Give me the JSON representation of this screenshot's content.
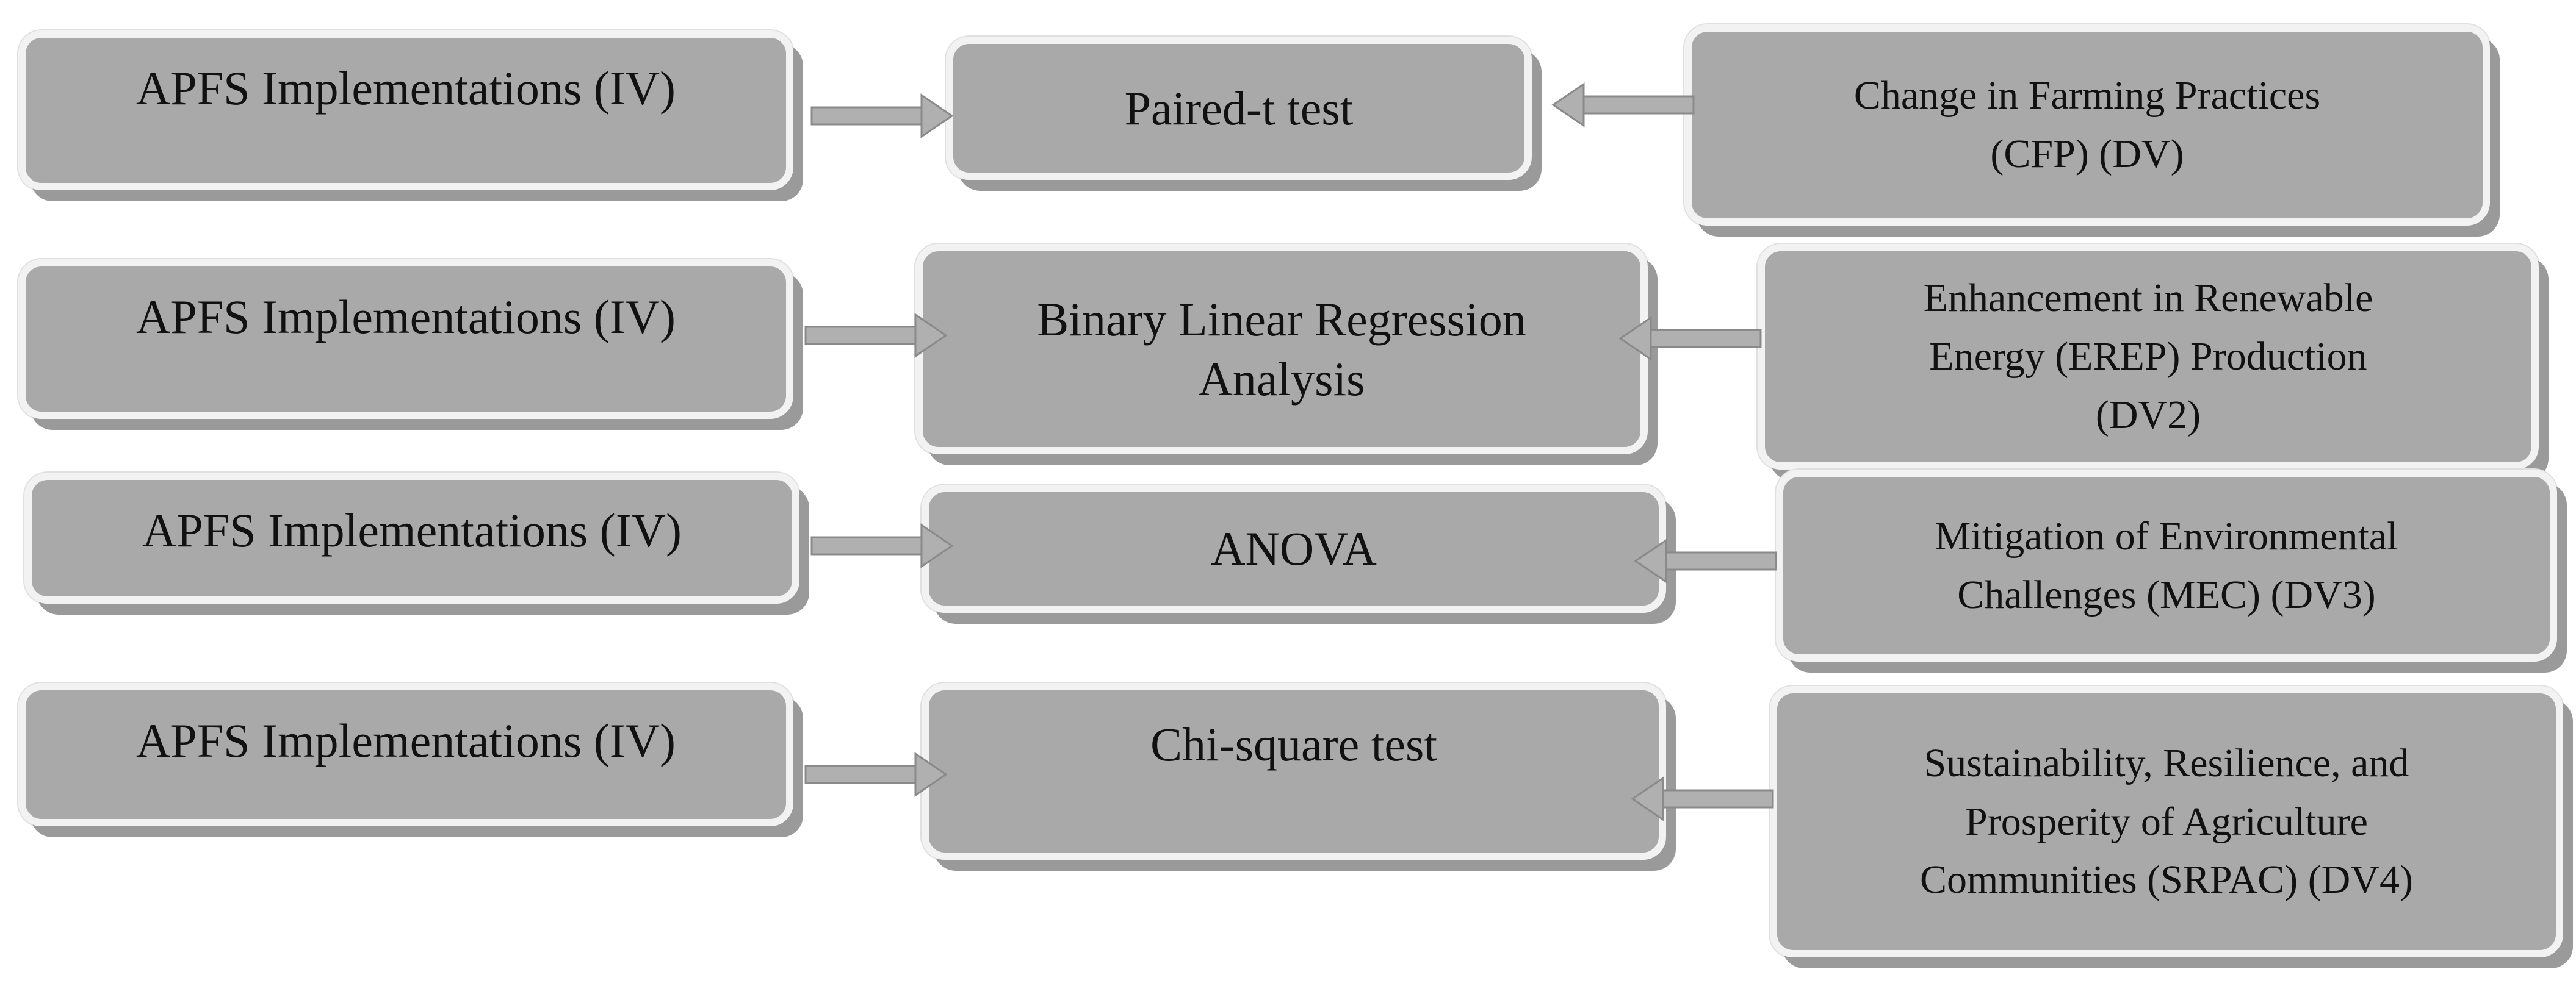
{
  "rows": [
    {
      "iv_label": "APFS Implementations (IV)",
      "test_label": "Paired-t test",
      "dv_label": "Change in Farming Practices\n(CFP) (DV)"
    },
    {
      "iv_label": "APFS Implementations (IV)",
      "test_label": "Binary Linear Regression\nAnalysis",
      "dv_label": "Enhancement in Renewable\nEnergy (EREP) Production\n(DV2)"
    },
    {
      "iv_label": "APFS Implementations (IV)",
      "test_label": "ANOVA",
      "dv_label": "Mitigation of Environmental\nChallenges (MEC) (DV3)"
    },
    {
      "iv_label": "APFS Implementations (IV)",
      "test_label": "Chi-square test",
      "dv_label": "Sustainability, Resilience, and\nProsperity of Agriculture\nCommunities (SRPAC) (DV4)"
    }
  ],
  "colors": {
    "box_fill": "#a9a9a9",
    "box_border": "#f2f2f2",
    "shadow": "#9a9a9a",
    "arrow": "#b0b0b0"
  }
}
